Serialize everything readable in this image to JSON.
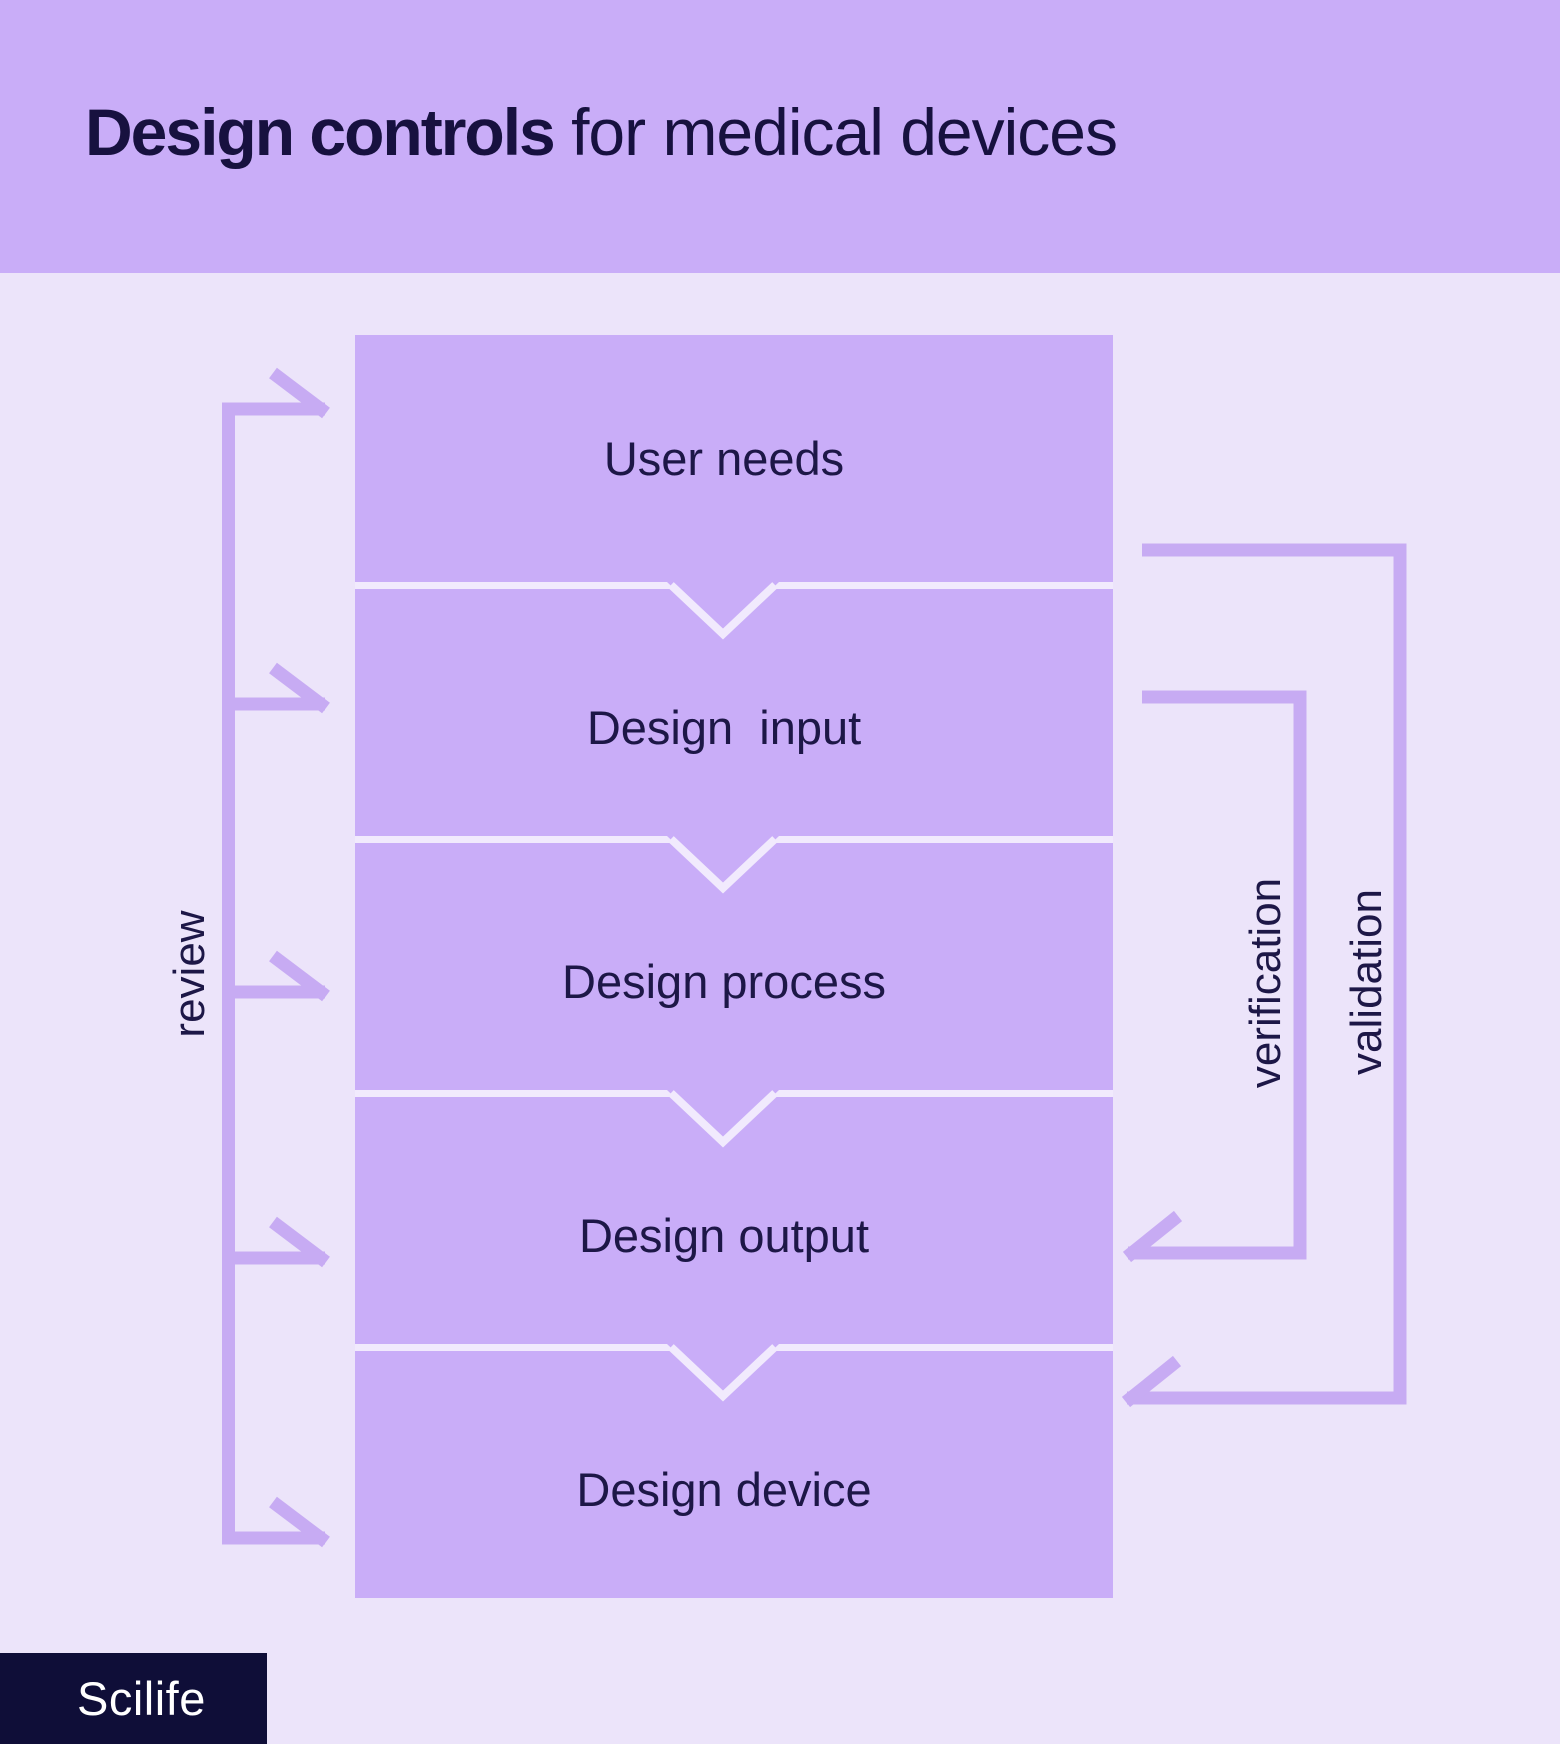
{
  "title": {
    "bold": "Design controls",
    "regular": " for medical devices"
  },
  "flow_boxes": [
    {
      "label": "User needs"
    },
    {
      "label": "Design  input"
    },
    {
      "label": "Design process"
    },
    {
      "label": "Design output"
    },
    {
      "label": "Design device"
    }
  ],
  "annotations": {
    "left": "review",
    "right_inner": "verification",
    "right_outer": "validation"
  },
  "connectors": [
    {
      "name": "review",
      "side": "left",
      "type": "bracket",
      "targets": [
        "User needs",
        "Design input",
        "Design process",
        "Design output",
        "Design device"
      ]
    },
    {
      "name": "verification",
      "side": "right",
      "type": "bracket",
      "from": "Design input",
      "to": "Design output"
    },
    {
      "name": "validation",
      "side": "right",
      "type": "bracket",
      "from": "User needs",
      "to": "Design device"
    }
  ],
  "logo": {
    "text": "Scilife"
  },
  "colors": {
    "header_bg": "#c9adf8",
    "canvas_bg": "#ece4fa",
    "box_fill": "#c9adf8",
    "connector": "#c7abf3",
    "separator_light": "#f1eafd",
    "text_dark": "#1d1747",
    "title_dark": "#17113f",
    "logo_bg": "#0f0e38",
    "logo_text": "#ffffff"
  }
}
